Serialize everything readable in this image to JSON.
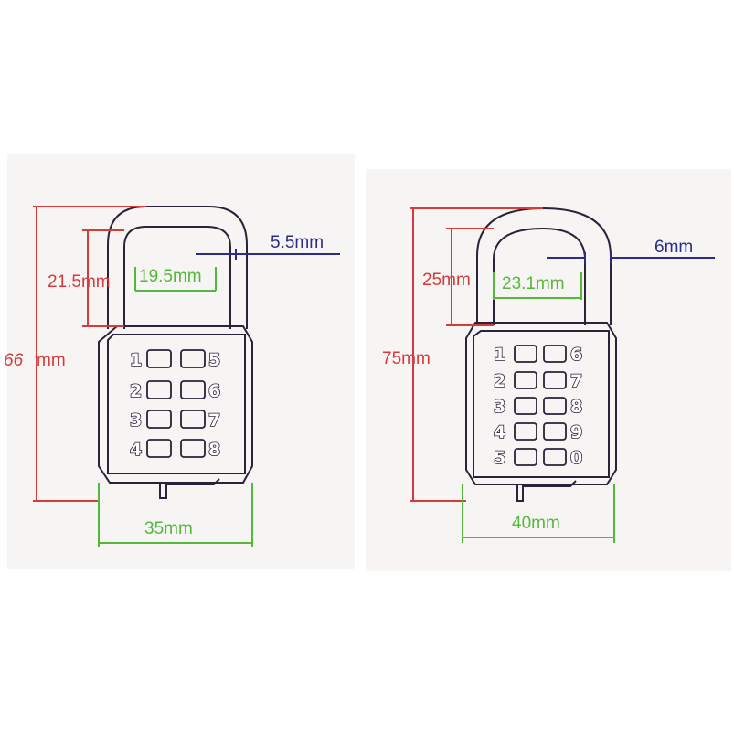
{
  "colors": {
    "outline": "#2a2238",
    "red_dim": "#d63a3a",
    "green_dim": "#55b83a",
    "blue_dim": "#2b2b8e",
    "panel": "#f6f5f4"
  },
  "lock_small": {
    "height_label": "66",
    "height_unit": "mm",
    "shackle_height": "21.5mm",
    "inner_width": "19.5mm",
    "shackle_thickness": "5.5mm",
    "body_width": "35mm",
    "buttons_left": [
      "1",
      "2",
      "3",
      "4"
    ],
    "buttons_right": [
      "5",
      "6",
      "7",
      "8"
    ]
  },
  "lock_large": {
    "height_label": "75mm",
    "shackle_height": "25mm",
    "inner_width": "23.1mm",
    "shackle_thickness": "6mm",
    "body_width": "40mm",
    "buttons_left": [
      "1",
      "2",
      "3",
      "4",
      "5"
    ],
    "buttons_right": [
      "6",
      "7",
      "8",
      "9",
      "0"
    ]
  }
}
